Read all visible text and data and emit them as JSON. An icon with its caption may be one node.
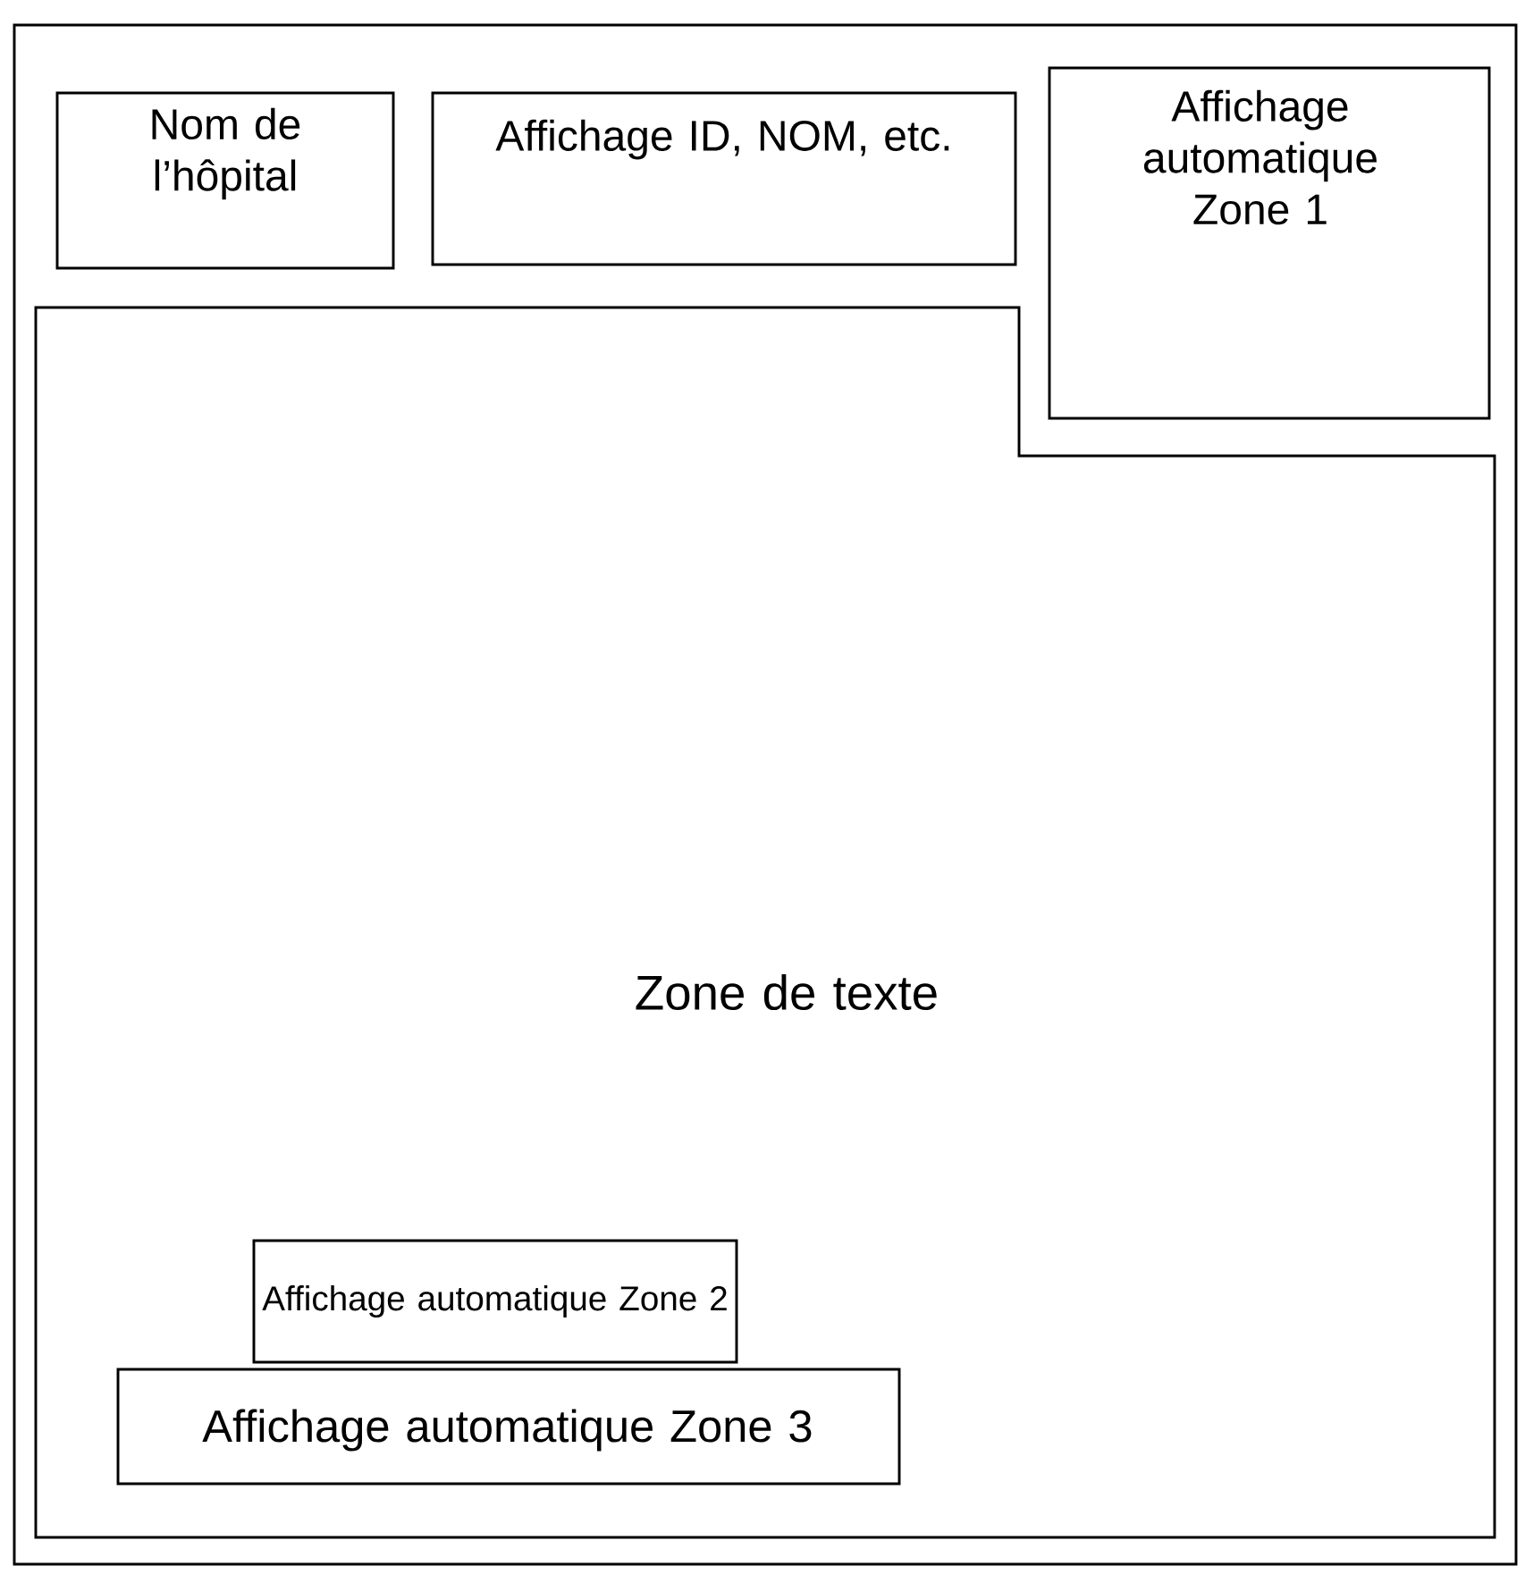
{
  "diagram": {
    "nodes": [
      {
        "text": [],
        "shape": "box"
      },
      {
        "text": [
          "Nom de l’hôpital"
        ],
        "in": 0
      },
      {
        "text": [
          "Affichage ID, NOM, etc."
        ],
        "in": 0
      },
      {
        "text": [
          "Affichage automatique Zone 1"
        ],
        "in": 0
      },
      {
        "text": [
          "Zone de texte"
        ],
        "in": 0
      },
      {
        "text": [
          "Affichage automatique Zone 2"
        ],
        "in": 4
      },
      {
        "text": [
          "Affichage automatique Zone 3"
        ],
        "in": 4
      }
    ]
  }
}
